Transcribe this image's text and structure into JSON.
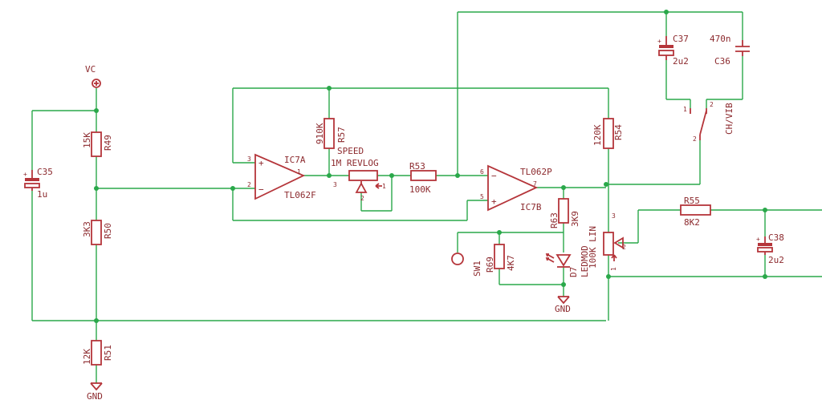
{
  "supply": {
    "vc": "VC",
    "gnd_left": "GND",
    "gnd_led": "GND"
  },
  "parts": {
    "r49": {
      "name": "R49",
      "value": "15K"
    },
    "r50": {
      "name": "R50",
      "value": "3K3"
    },
    "r51": {
      "name": "R51",
      "value": "12K"
    },
    "c35": {
      "name": "C35",
      "value": "1u"
    },
    "r57": {
      "name": "R57",
      "value": "910K"
    },
    "ic7a": {
      "name": "IC7A",
      "value": "TL062F"
    },
    "speed": {
      "name": "SPEED",
      "value": "1M REVLOG"
    },
    "r53": {
      "name": "R53",
      "value": "100K"
    },
    "ic7b": {
      "name": "IC7B",
      "value": "TL062P"
    },
    "r54": {
      "name": "R54",
      "value": "120K"
    },
    "r63": {
      "name": "R63",
      "value": "3K9"
    },
    "r69": {
      "name": "R69",
      "value": "4K7"
    },
    "sw1": {
      "name": "SW1"
    },
    "d7": {
      "name": "D7",
      "value": "LEDMOD"
    },
    "lin": {
      "value": "100K LIN"
    },
    "r55": {
      "name": "R55",
      "value": "8K2"
    },
    "c38": {
      "name": "C38",
      "value": "2u2"
    },
    "c37": {
      "name": "C37",
      "value": "2u2"
    },
    "c36": {
      "name": "C36",
      "value": "470n"
    },
    "chvib": {
      "name": "CH/VIB"
    }
  },
  "pins": {
    "p1": "1",
    "p2": "2",
    "p3": "3",
    "p5": "5",
    "p6": "6",
    "p7": "7"
  }
}
